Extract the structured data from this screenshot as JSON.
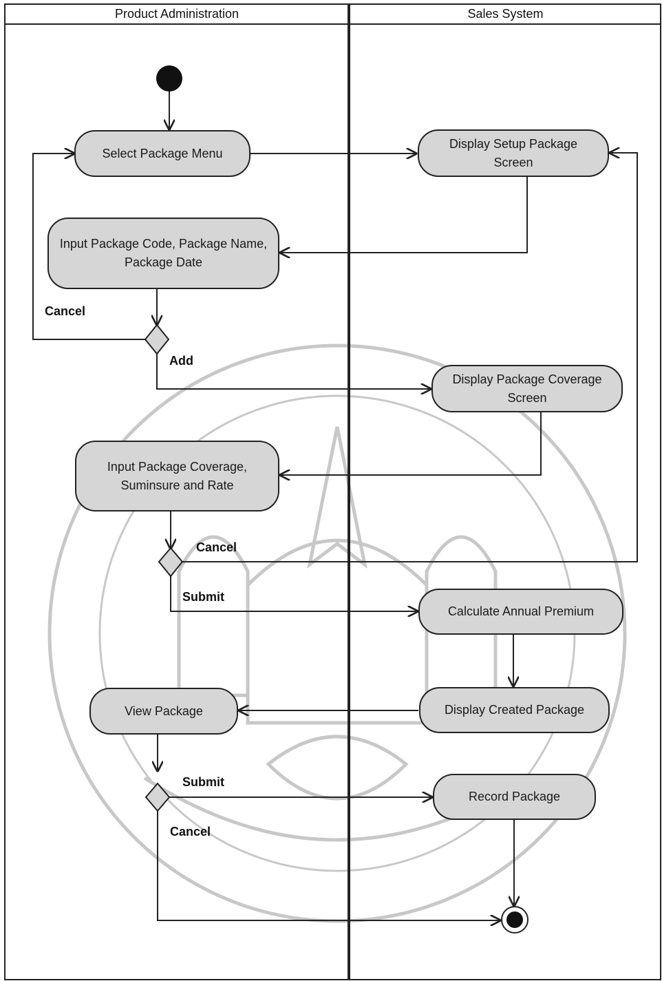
{
  "lanes": {
    "left_title": "Product Administration",
    "right_title": "Sales System"
  },
  "nodes": {
    "select_package_menu": "Select Package Menu",
    "display_setup_package_screen": "Display Setup Package Screen",
    "input_package_code": "Input Package Code, Package Name, Package Date",
    "display_package_coverage_screen": "Display Package Coverage Screen",
    "input_package_coverage": "Input Package Coverage, Suminsure and Rate",
    "calculate_annual_premium": "Calculate Annual Premium",
    "display_created_package": "Display Created Package",
    "view_package": "View Package",
    "record_package": "Record Package"
  },
  "guards": {
    "cancel_1": "Cancel",
    "add": "Add",
    "cancel_2": "Cancel",
    "submit_1": "Submit",
    "submit_2": "Submit",
    "cancel_3": "Cancel"
  },
  "colors": {
    "node_fill": "#d6d6d6",
    "line": "#222222",
    "watermark": "#c8c8c8"
  }
}
